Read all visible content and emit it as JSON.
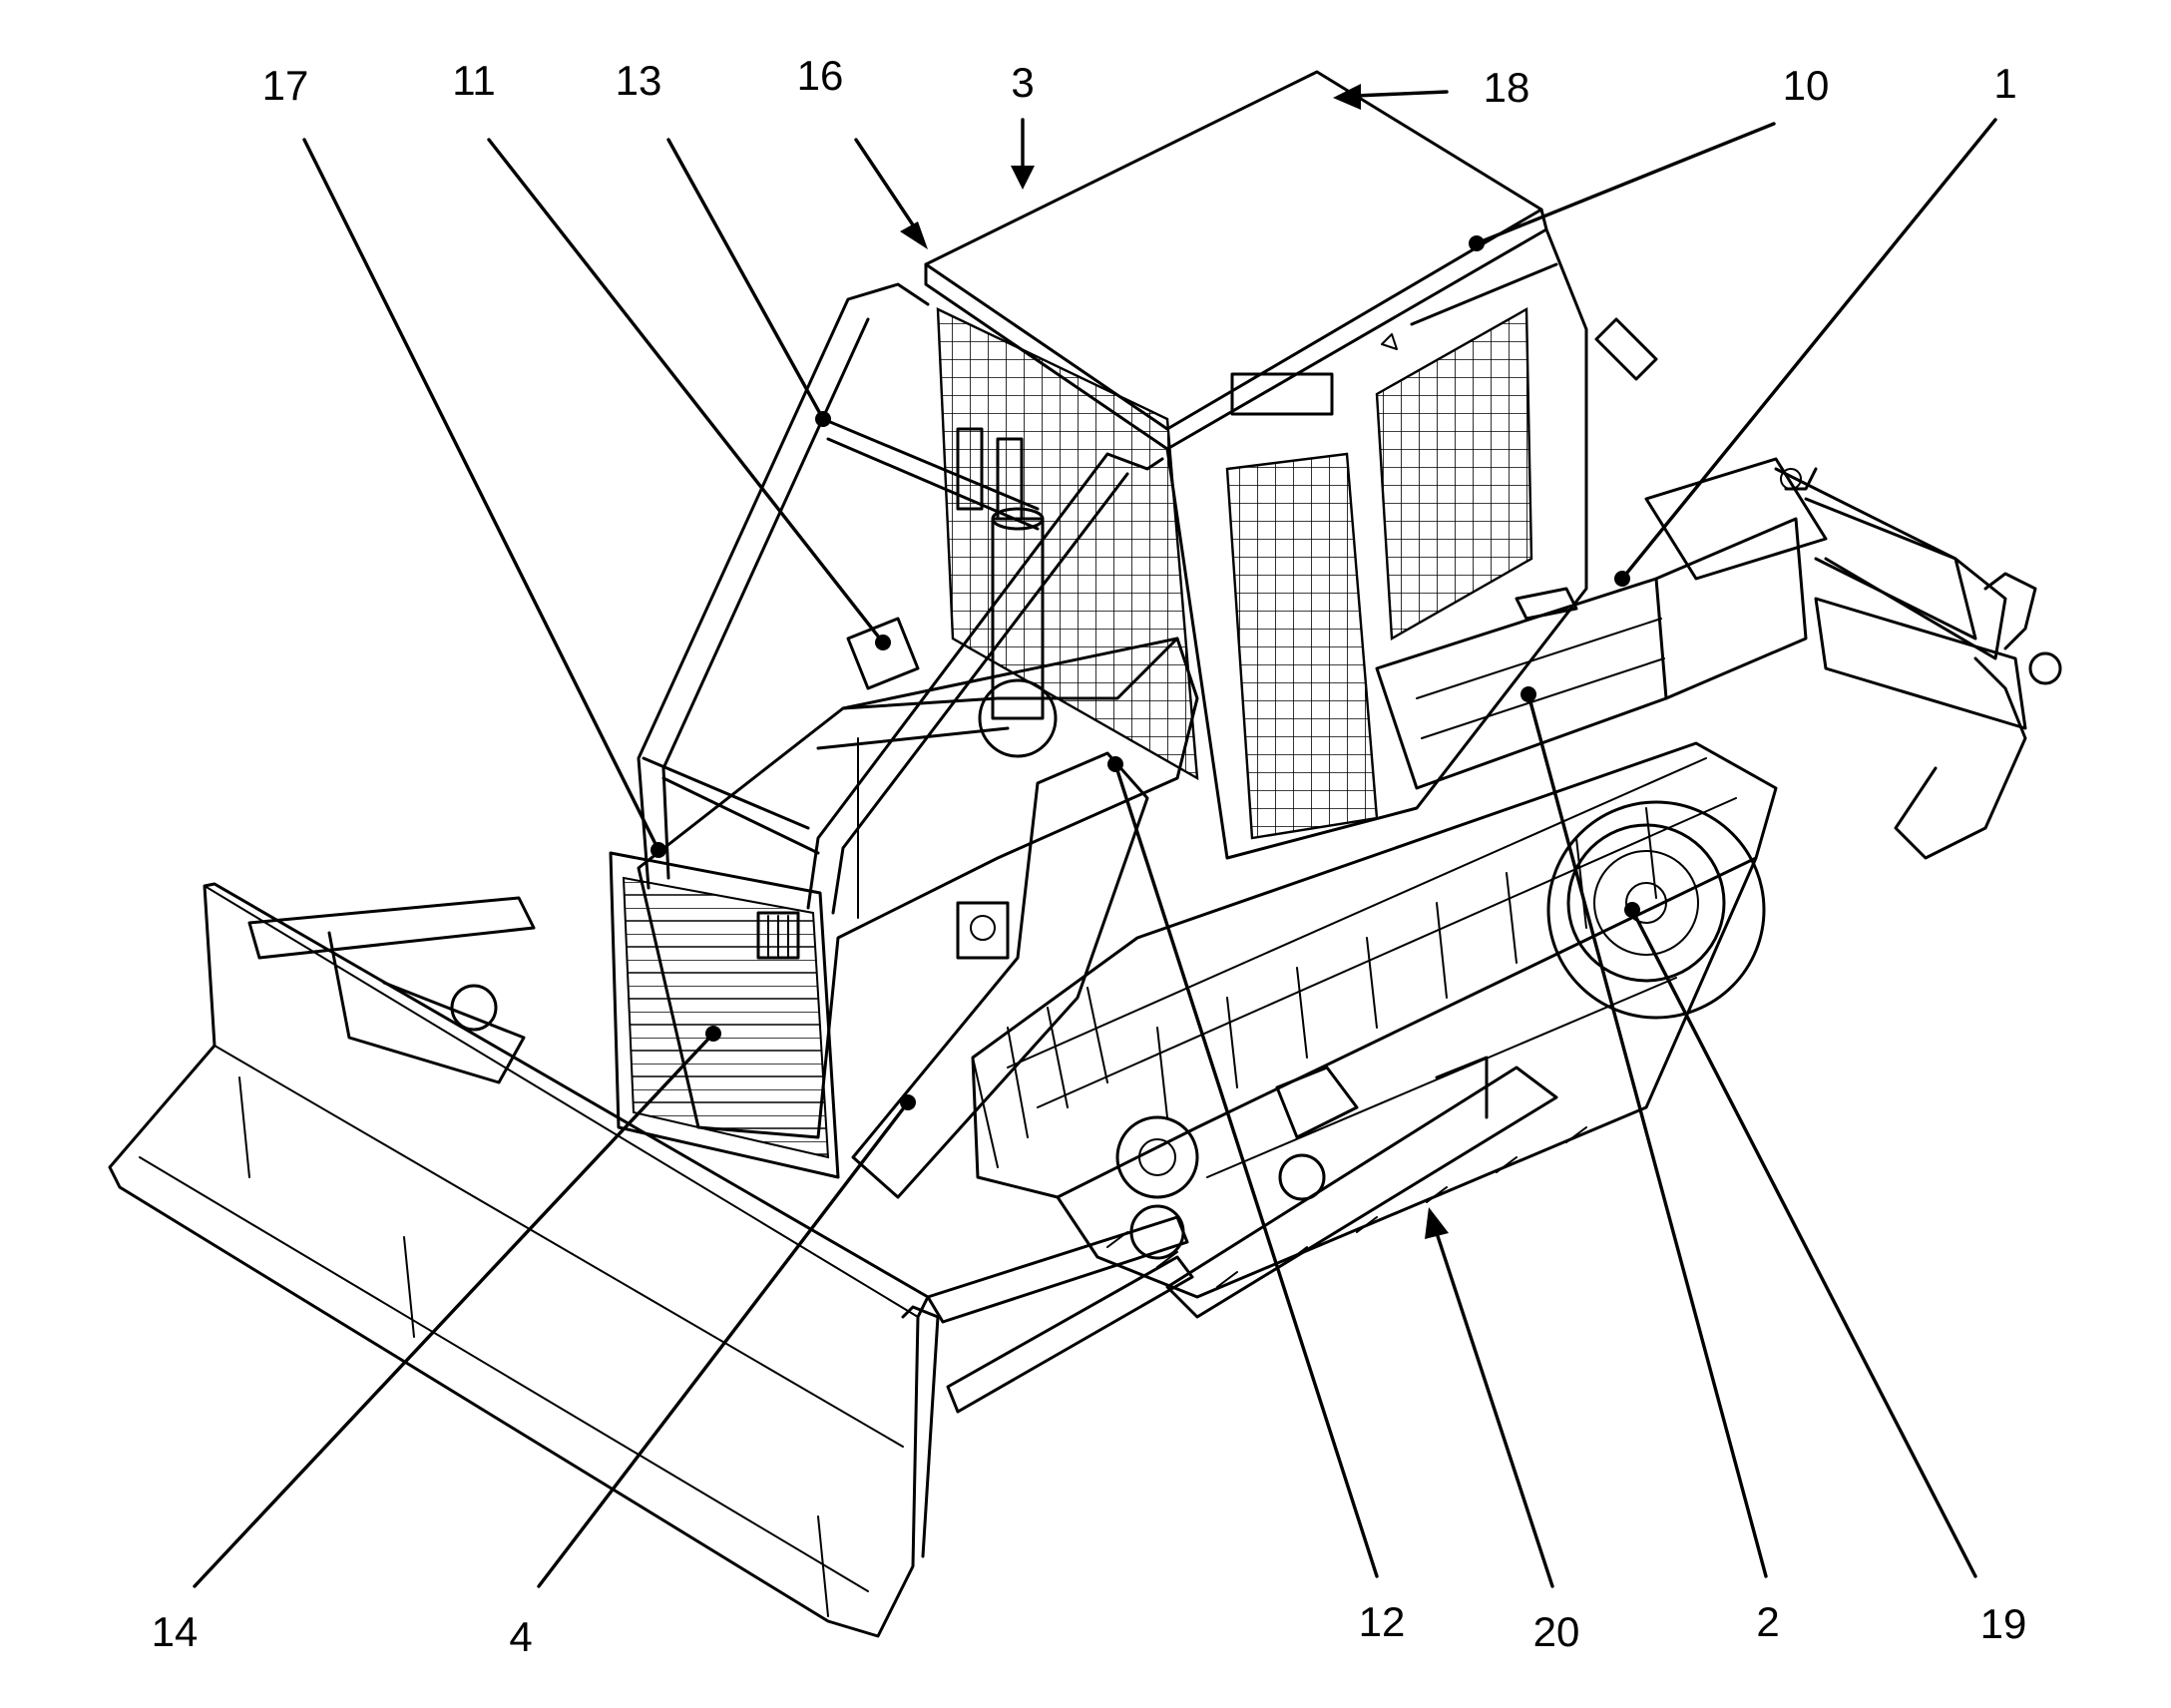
{
  "callouts": [
    {
      "id": "c17",
      "label": "17"
    },
    {
      "id": "c11",
      "label": "11"
    },
    {
      "id": "c13",
      "label": "13"
    },
    {
      "id": "c16",
      "label": "16"
    },
    {
      "id": "c3",
      "label": "3"
    },
    {
      "id": "c18",
      "label": "18"
    },
    {
      "id": "c10",
      "label": "10"
    },
    {
      "id": "c1",
      "label": "1"
    },
    {
      "id": "c14",
      "label": "14"
    },
    {
      "id": "c4",
      "label": "4"
    },
    {
      "id": "c12",
      "label": "12"
    },
    {
      "id": "c20",
      "label": "20"
    },
    {
      "id": "c2",
      "label": "2"
    },
    {
      "id": "c19",
      "label": "19"
    }
  ]
}
